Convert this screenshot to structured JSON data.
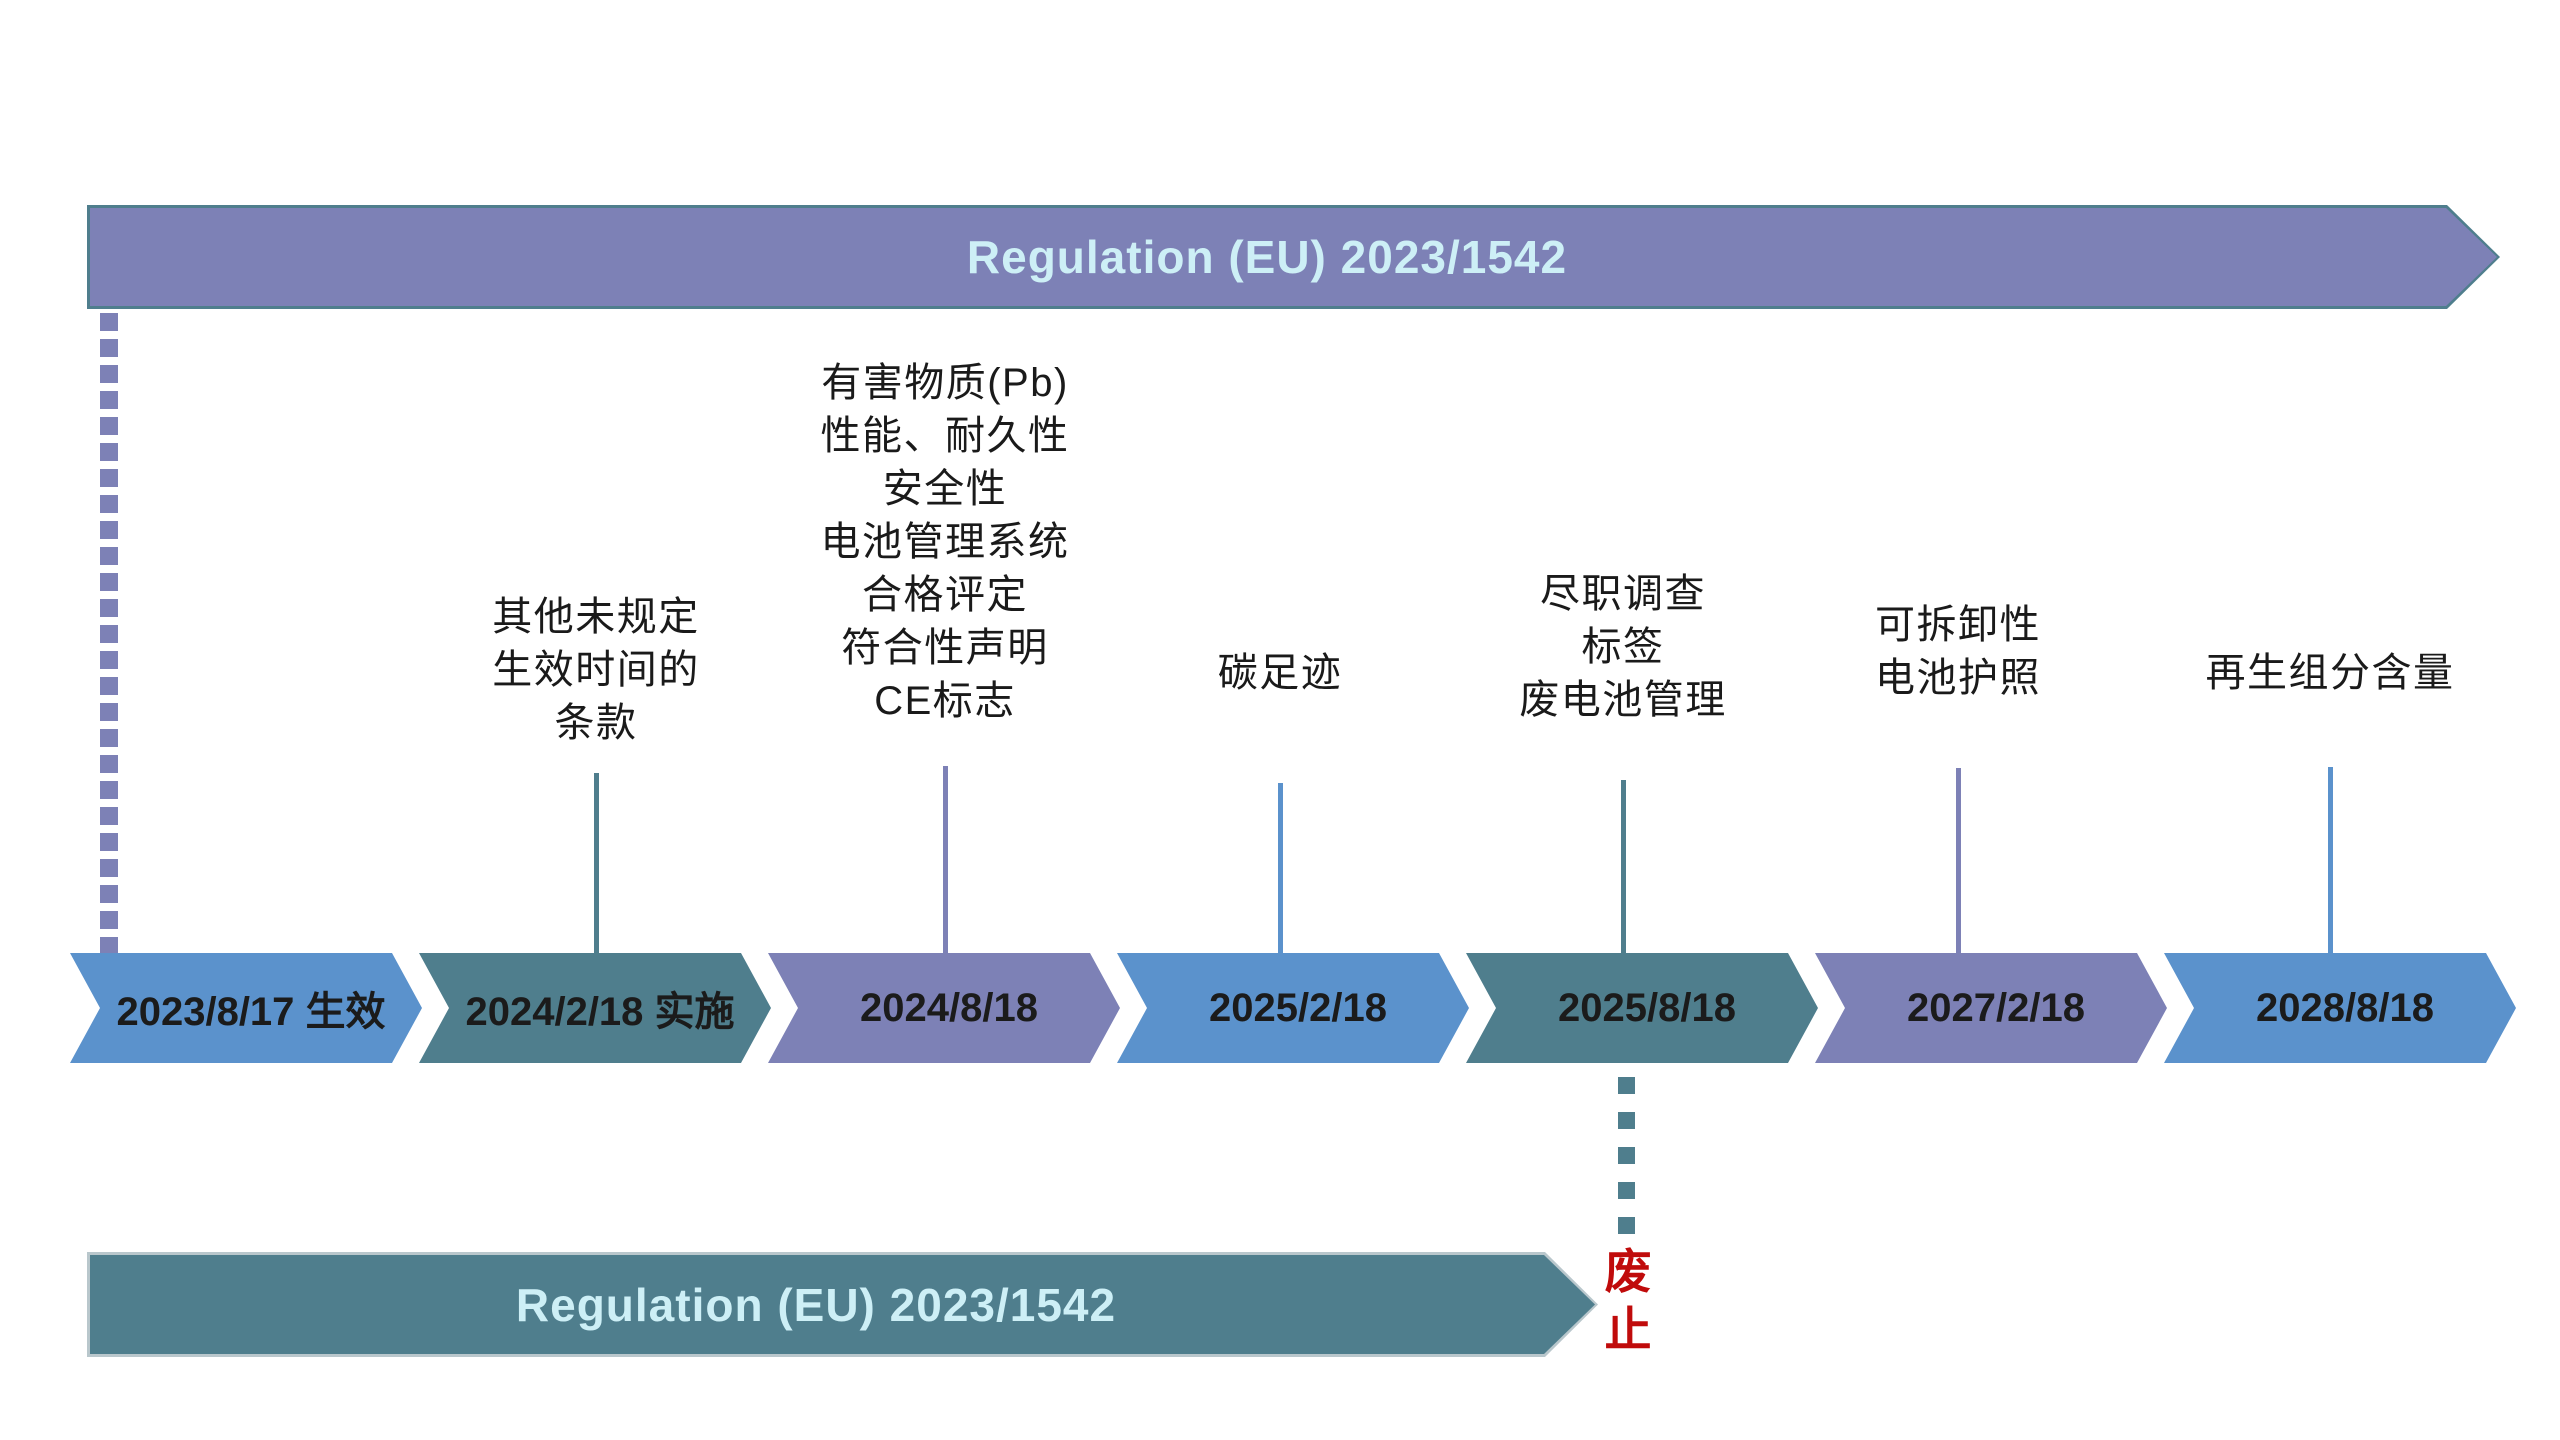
{
  "top_banner": {
    "title": "Regulation (EU) 2023/1542"
  },
  "bottom_banner": {
    "title": "Regulation (EU) 2023/1542"
  },
  "repeal_label": "废\n止",
  "colors": {
    "purple": "#7d81b6",
    "teal": "#4f7e8d",
    "blue": "#5b92cc",
    "title_text": "#cdeff6",
    "date_text": "#1b1b1b",
    "repeal_red": "#c00b0b"
  },
  "timeline": {
    "milestones": [
      {
        "date": "2023/8/17 生效",
        "color": "blue",
        "label": ""
      },
      {
        "date": "2024/2/18 实施",
        "color": "teal",
        "label": "其他未规定\n生效时间的\n条款"
      },
      {
        "date": "2024/8/18",
        "color": "purple",
        "label": "有害物质(Pb)\n性能、耐久性\n安全性\n电池管理系统\n合格评定\n符合性声明\nCE标志"
      },
      {
        "date": "2025/2/18",
        "color": "blue",
        "label": "碳足迹"
      },
      {
        "date": "2025/8/18",
        "color": "teal",
        "label": "尽职调查\n标签\n废电池管理"
      },
      {
        "date": "2027/2/18",
        "color": "purple",
        "label": "可拆卸性\n电池护照"
      },
      {
        "date": "2028/8/18",
        "color": "blue",
        "label": "再生组分含量"
      }
    ]
  }
}
